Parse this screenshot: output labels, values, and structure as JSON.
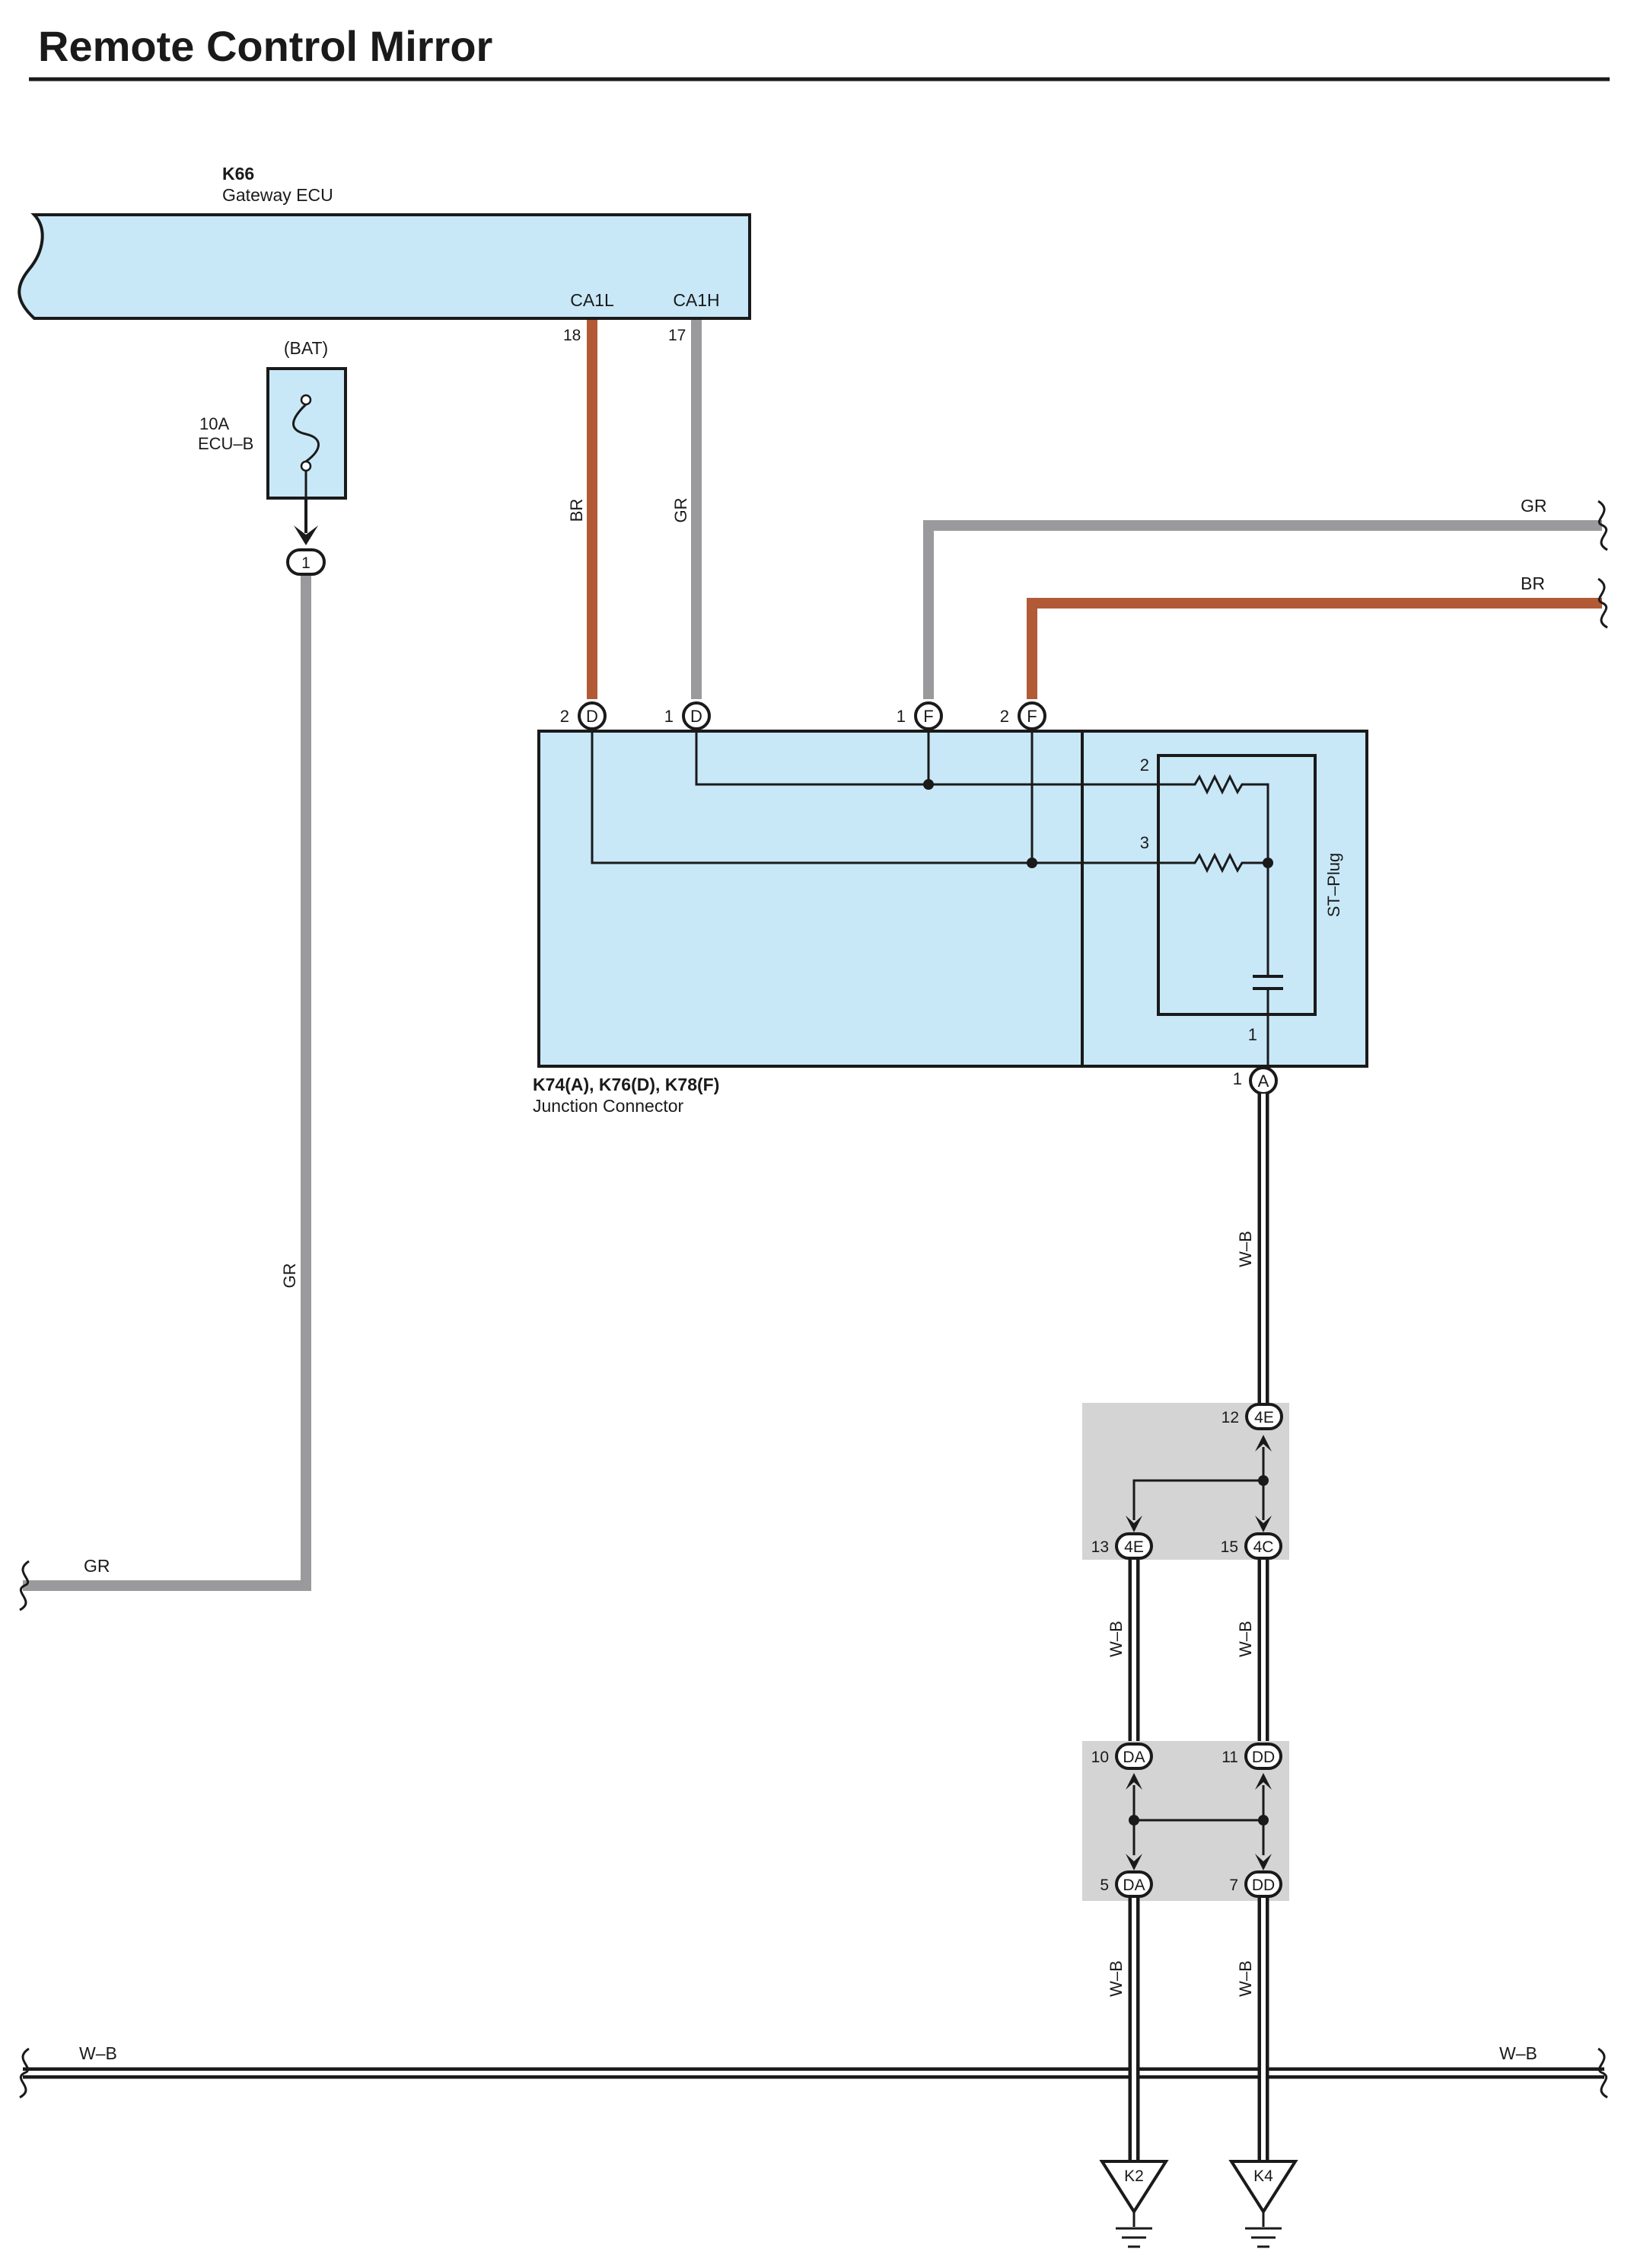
{
  "page": {
    "title": "Remote Control Mirror"
  },
  "ecu": {
    "code": "K66",
    "name": "Gateway ECU",
    "pin_left_name": "CA1L",
    "pin_left_num": "18",
    "pin_right_name": "CA1H",
    "pin_right_num": "17"
  },
  "fuse": {
    "source": "(BAT)",
    "rating": "10A",
    "name": "ECU–B",
    "connector_pin": "1"
  },
  "junction": {
    "code": "K74(A), K76(D), K78(F)",
    "name": "Junction Connector",
    "st_plug_label": "ST–Plug",
    "pins": [
      {
        "num": "2",
        "letter": "D"
      },
      {
        "num": "1",
        "letter": "D"
      },
      {
        "num": "1",
        "letter": "F"
      },
      {
        "num": "2",
        "letter": "F"
      }
    ],
    "internal_pins": [
      "2",
      "3",
      "1"
    ],
    "out_pin_num": "1",
    "out_pin_letter": "A"
  },
  "wires": {
    "br": "BR",
    "gr": "GR",
    "wb": "W–B",
    "colors": {
      "gr": "#9a9a9c",
      "br": "#b25a36",
      "black": "#1a1a1a"
    }
  },
  "connectors": {
    "c4e_top": {
      "num": "12",
      "code": "4E"
    },
    "c4e_bottom": {
      "num": "13",
      "code": "4E"
    },
    "c4c": {
      "num": "15",
      "code": "4C"
    },
    "cda_top": {
      "num": "10",
      "code": "DA"
    },
    "cdd_top": {
      "num": "11",
      "code": "DD"
    },
    "cda_bottom": {
      "num": "5",
      "code": "DA"
    },
    "cdd_bottom": {
      "num": "7",
      "code": "DD"
    }
  },
  "grounds": {
    "left": "K2",
    "right": "K4"
  },
  "colors": {
    "component_fill": "#c8e8f8",
    "splice_box": "#d4d4d4"
  }
}
